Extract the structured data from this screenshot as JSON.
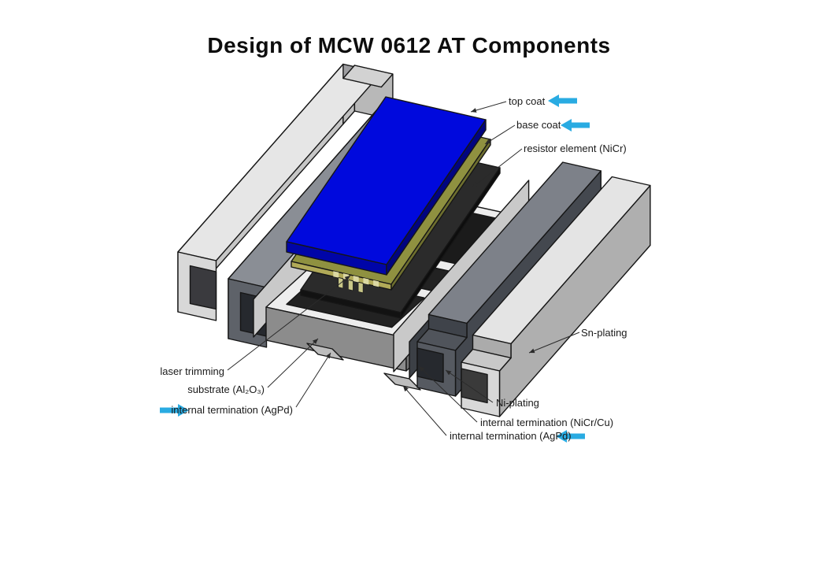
{
  "title": "Design of MCW 0612 AT Components",
  "colors": {
    "arrow_accent": "#29ABE2",
    "top_coat_blue": "#0009DD",
    "base_coat_olive": "#8F9140",
    "resistor_dark": "#2B2B2B",
    "substrate_gray": "#8C8C8C"
  },
  "labels": {
    "top_coat": "top coat",
    "base_coat": "base coat",
    "resistor_element": "resistor element (NiCr)",
    "sn_plating": "Sn-plating",
    "laser_trimming": "laser trimming",
    "substrate": "substrate (Al₂O₃)",
    "internal_termination_agpd_left": "internal termination (AgPd)",
    "ni_plating": "Ni-plating",
    "internal_termination_nicr_cu": "internal termination (NiCr/Cu)",
    "internal_termination_agpd_bottom": "internal termination (AgPd)"
  }
}
